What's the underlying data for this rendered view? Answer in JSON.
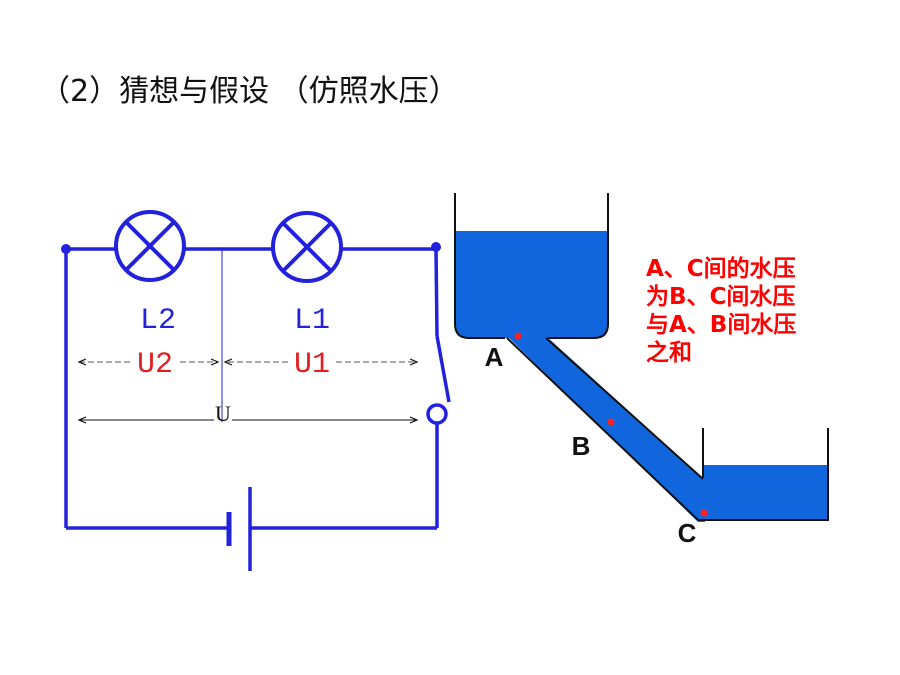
{
  "slide": {
    "title": "（2）猜想与假设 （仿照水压）"
  },
  "circuit": {
    "lamp_left_label": "L2",
    "lamp_right_label": "L1",
    "voltage_left_label": "U2",
    "voltage_right_label": "U1",
    "voltage_total_label": "U",
    "wire_color": "#2222dd",
    "voltage_color": "#e02020"
  },
  "water_model": {
    "points": [
      {
        "label": "A"
      },
      {
        "label": "B"
      },
      {
        "label": "C"
      }
    ],
    "note_lines": [
      "A、C间的水压",
      "为B、C间水压",
      "与A、B间水压",
      "之和"
    ],
    "water_color": "#1166dd",
    "note_color": "#ff0000"
  }
}
